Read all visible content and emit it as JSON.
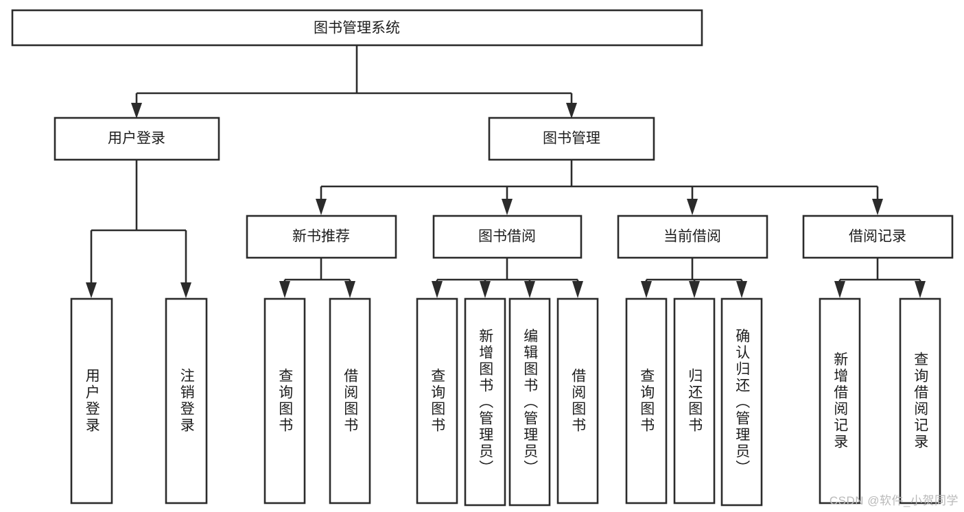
{
  "diagram": {
    "type": "tree",
    "title": "图书管理系统",
    "root": {
      "label": "图书管理系统"
    },
    "level2": [
      {
        "label": "用户登录"
      },
      {
        "label": "图书管理"
      }
    ],
    "level3": [
      {
        "label": "新书推荐"
      },
      {
        "label": "图书借阅"
      },
      {
        "label": "当前借阅"
      },
      {
        "label": "借阅记录"
      }
    ],
    "leaves": {
      "user_login": [
        {
          "label": "用户登录"
        },
        {
          "label": "注销登录"
        }
      ],
      "new_book_recommend": [
        {
          "label": "查询图书"
        },
        {
          "label": "借阅图书"
        }
      ],
      "book_borrow": [
        {
          "label": "查询图书"
        },
        {
          "label": "新增图书（管理员）"
        },
        {
          "label": "编辑图书（管理员）"
        },
        {
          "label": "借阅图书"
        }
      ],
      "current_borrow": [
        {
          "label": "查询图书"
        },
        {
          "label": "归还图书"
        },
        {
          "label": "确认归还（管理员）"
        }
      ],
      "borrow_record": [
        {
          "label": "新增借阅记录"
        },
        {
          "label": "查询借阅记录"
        }
      ]
    },
    "colors": {
      "stroke": "#2b2b2b",
      "fill": "#ffffff",
      "text": "#1d1d1d",
      "watermark": "#b9b9b9"
    }
  },
  "watermark": {
    "text": "CSDN @软件_小贺同学"
  }
}
